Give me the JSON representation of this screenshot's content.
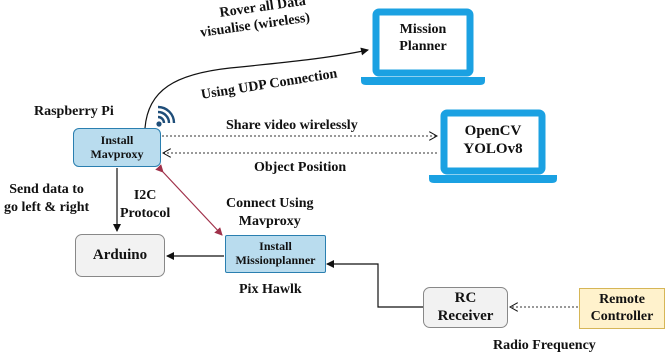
{
  "nodes": {
    "raspberry_pi": {
      "title": "Raspberry Pi",
      "line1": "Install",
      "line2": "Mavproxy"
    },
    "pixhawk": {
      "title": "Pix Hawlk",
      "line1": "Install",
      "line2": "Missionplanner"
    },
    "arduino": {
      "label": "Arduino"
    },
    "rc_receiver": {
      "line1": "RC",
      "line2": "Receiver"
    },
    "remote_controller": {
      "line1": "Remote",
      "line2": "Controller"
    },
    "mission_planner": {
      "line1": "Mission",
      "line2": "Planner"
    },
    "opencv": {
      "line1": "OpenCV",
      "line2": "YOLOv8"
    }
  },
  "edges": {
    "rover_data_1": "Rover all Data",
    "rover_data_2": "visualise (wireless)",
    "udp": "Using UDP Connection",
    "share_video": "Share video wirelessly",
    "object_position": "Object Position",
    "send_data_1": "Send data to",
    "send_data_2": "go left & right",
    "i2c_1": "I2C",
    "i2c_2": "Protocol",
    "connect_1": "Connect Using",
    "connect_2": "Mavproxy",
    "radio_frequency": "Radio Frequency"
  },
  "colors": {
    "blue_box": "#b9dcee",
    "blue_border": "#2a7fb0",
    "laptop_blue": "#1ba1e2",
    "gray_box": "#f2f2f2",
    "yellow_box": "#fff2cc",
    "yellow_border": "#d6b656",
    "link_red": "#a0314a"
  },
  "icons": [
    "wifi-icon",
    "laptop-icon"
  ]
}
